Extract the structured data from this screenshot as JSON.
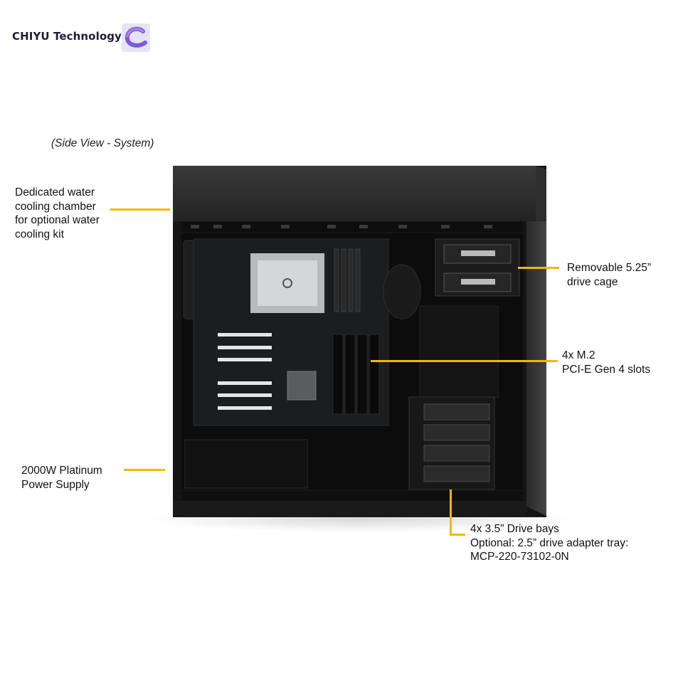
{
  "brand": {
    "name": "CHIYU Technology",
    "logo_icon": "chiyu-c-logo-icon"
  },
  "caption": "(Side View - System)",
  "callouts": {
    "water_cooling": "Dedicated water\ncooling chamber\nfor optional water\ncooling kit",
    "drive_cage": "Removable 5.25”\ndrive cage",
    "m2": "4x M.2\nPCI-E Gen 4 slots",
    "psu": "2000W Platinum\nPower Supply",
    "drive_bays": "4x 3.5” Drive bays\nOptional: 2.5” drive adapter tray:\nMCP-220-73102-0N"
  },
  "colors": {
    "callout_line": "#f2b705",
    "chassis": "#1a1a1a",
    "logo_purple": "#7a5cd6"
  }
}
